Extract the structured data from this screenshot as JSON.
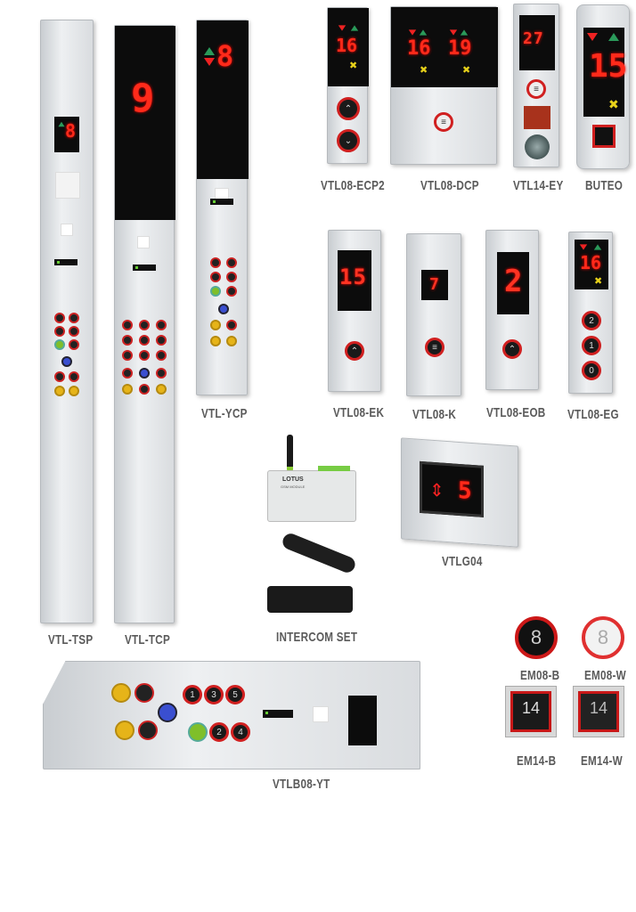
{
  "products": {
    "vtl_tsp": {
      "label": "VTL-TSP",
      "display": "8"
    },
    "vtl_tcp": {
      "label": "VTL-TCP",
      "display": "9"
    },
    "vtl_ycp": {
      "label": "VTL-YCP",
      "display": "8"
    },
    "vtl08_ecp2": {
      "label": "VTL08-ECP2",
      "display": "16"
    },
    "vtl08_dcp": {
      "label": "VTL08-DCP",
      "display_left": "16",
      "display_right": "19"
    },
    "vtl14_ey": {
      "label": "VTL14-EY",
      "display": "27"
    },
    "buteo": {
      "label": "BUTEO",
      "display": "15"
    },
    "vtl08_ek": {
      "label": "VTL08-EK",
      "display": "15"
    },
    "vtl08_k": {
      "label": "VTL08-K",
      "display": "7"
    },
    "vtl08_eob": {
      "label": "VTL08-EOB",
      "display": "2"
    },
    "vtl08_eg": {
      "label": "VTL08-EG",
      "display": "16",
      "buttons": [
        "2",
        "1",
        "0"
      ]
    },
    "intercom": {
      "label": "INTERCOM SET",
      "module_brand": "LOTUS",
      "module_sub": "GSM MODULE"
    },
    "vtlg04": {
      "label": "VTLG04",
      "display": "5"
    },
    "em08_b": {
      "label": "EM08-B",
      "digit": "8"
    },
    "em08_w": {
      "label": "EM08-W",
      "digit": "8"
    },
    "em14_b": {
      "label": "EM14-B",
      "digit": "14"
    },
    "em14_w": {
      "label": "EM14-W",
      "digit": "14"
    },
    "vtlb08_yt": {
      "label": "VTLB08-YT",
      "buttons": [
        "1",
        "3",
        "5",
        "2",
        "4"
      ]
    }
  }
}
